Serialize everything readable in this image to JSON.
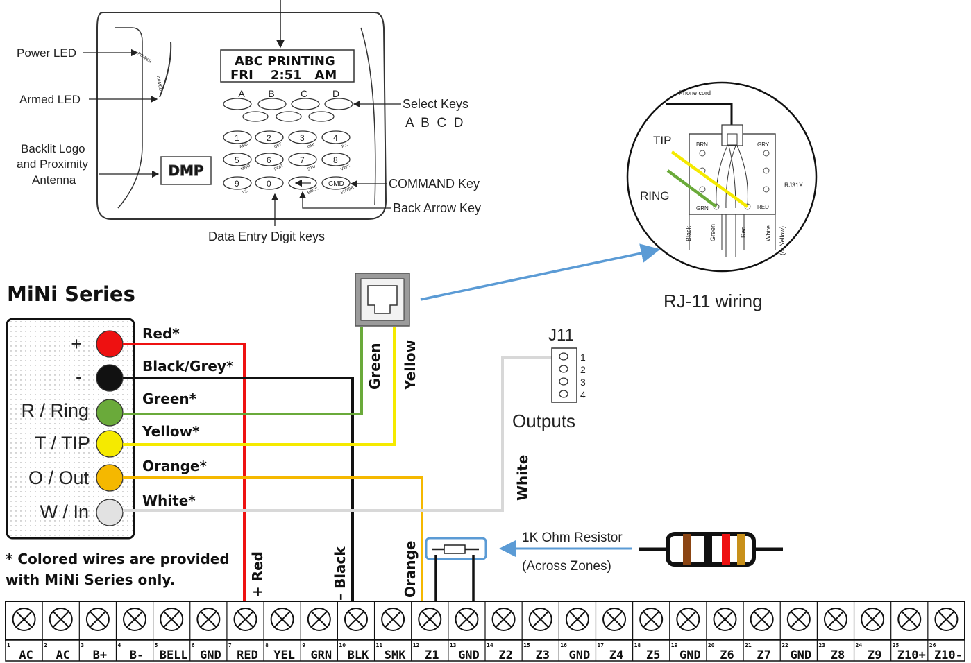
{
  "keypad": {
    "display_line1": "ABC PRINTING",
    "display_line2": "FRI    2:51   AM",
    "logo_text": "DMP",
    "labels": {
      "power_led": "Power LED",
      "armed_led": "Armed LED",
      "backlit_logo": [
        "Backlit Logo",
        "and Proximity",
        "Antenna"
      ],
      "select_keys": "Select Keys",
      "select_letters": "A  B  C  D",
      "command_key": "COMMAND Key",
      "back_arrow_key": "Back Arrow Key",
      "data_entry": "Data Entry Digit keys"
    },
    "select_key_letters": [
      "A",
      "B",
      "C",
      "D"
    ],
    "digit_keys": [
      "1",
      "2",
      "3",
      "4",
      "5",
      "6",
      "7",
      "8",
      "9",
      "0",
      "",
      "CMD"
    ],
    "key_sublabels": [
      "ABC",
      "DEF",
      "GHI",
      "JKL",
      "MNO",
      "PQR",
      "STU",
      "VWX",
      "YZ",
      "",
      "BACK",
      "ENTER"
    ],
    "led_marks": [
      "POWER",
      "ARMED"
    ]
  },
  "rj11": {
    "phone_cord": "Phone cord",
    "tip": "TIP",
    "ring": "RING",
    "brn": "BRN",
    "gry": "GRY",
    "grn": "GRN",
    "red": "RED",
    "part": "RJ31X",
    "bottom_labels": [
      "Black",
      "Green",
      "Red",
      "White",
      "(or Yellow)"
    ],
    "caption": "RJ-11 wiring"
  },
  "mini": {
    "title": "MiNi Series",
    "terminals": [
      "+",
      "-",
      "R / Ring",
      "T / TIP",
      "O / Out",
      "W / In"
    ],
    "wire_labels": [
      "Red*",
      "Black/Grey*",
      "Green*",
      "Yellow*",
      "Orange*",
      "White*"
    ],
    "note": [
      "* Colored wires are provided",
      "with MiNi Series only."
    ]
  },
  "wires": {
    "green": "Green",
    "yellow": "Yellow",
    "white": "White",
    "red": "+ Red",
    "black": "– Black",
    "orange": "Orange"
  },
  "j11": {
    "title": "J11",
    "pins": [
      "1",
      "2",
      "3",
      "4"
    ],
    "caption": "Outputs"
  },
  "resistor": {
    "label": "1K Ohm Resistor",
    "sublabel": "(Across Zones)"
  },
  "terminal_strip": {
    "numbers": [
      "1",
      "2",
      "3",
      "4",
      "5",
      "6",
      "7",
      "8",
      "9",
      "10",
      "11",
      "12",
      "13",
      "14",
      "15",
      "16",
      "17",
      "18",
      "19",
      "20",
      "21",
      "22",
      "23",
      "24",
      "25",
      "26"
    ],
    "labels": [
      "AC",
      "AC",
      "B+",
      "B-",
      "BELL",
      "GND",
      "RED",
      "YEL",
      "GRN",
      "BLK",
      "SMK",
      "Z1",
      "GND",
      "Z2",
      "Z3",
      "GND",
      "Z4",
      "Z5",
      "GND",
      "Z6",
      "Z7",
      "GND",
      "Z8",
      "Z9",
      "Z10+",
      "Z10-"
    ]
  },
  "colors": {
    "red": "#ee1111",
    "black": "#111111",
    "green": "#6aaa3a",
    "yellow": "#f5ea00",
    "orange": "#f5b800",
    "white_wire": "#d8d8d8",
    "blue_arrow": "#5b9bd5"
  }
}
